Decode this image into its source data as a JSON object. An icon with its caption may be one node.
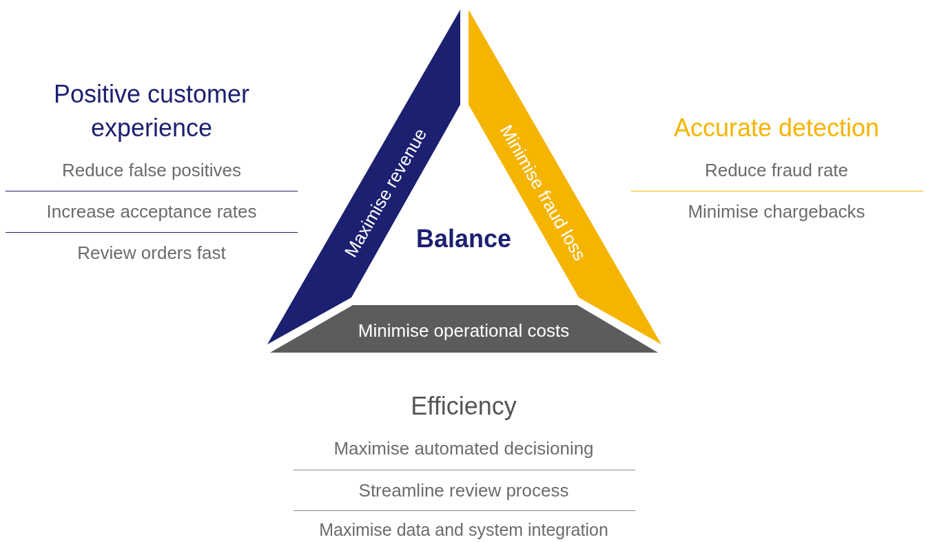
{
  "diagram": {
    "nodes": [
      {
        "text": [
          "Maximise revenue"
        ]
      },
      {
        "text": [
          "Minimise fraud loss"
        ]
      },
      {
        "text": [
          "Minimise operational costs"
        ]
      }
    ],
    "labels": [
      "Positive customer experience",
      "Reduce false positives",
      "Increase acceptance rates",
      "Review orders fast",
      "Balance",
      "Accurate detection",
      "Reduce fraud rate",
      "Minimise chargebacks",
      "Efficiency",
      "Maximise automated decisioning",
      "Streamline review process",
      "Maximise data and system integration"
    ]
  }
}
